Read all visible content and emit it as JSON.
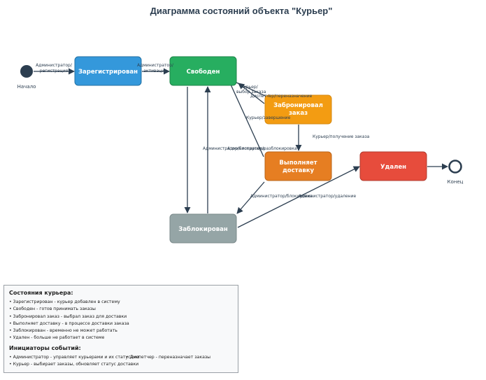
{
  "title": "Диаграмма состояний объекта \"Курьер\"",
  "states": {
    "registered": "Зарегистрирован",
    "free": "Свободен",
    "booked_line1": "Забронировал",
    "booked_line2": "заказ",
    "delivering_line1": "Выполняет",
    "delivering_line2": "доставку",
    "deleted": "Удален",
    "blocked": "Заблокирован"
  },
  "terminals": {
    "start": "Начало",
    "end": "Конец"
  },
  "transitions": {
    "start_reg_1": "Администратор/",
    "start_reg_2": "регистрация",
    "reg_free_1": "Администратор/",
    "reg_free_2": "активация",
    "free_booked_1": "Курьер/",
    "free_booked_2": "выбор заказа",
    "dispatcher_reassign": "Диспетчер/переназначение",
    "courier_complete": "Курьер/завершение",
    "courier_pickup": "Курьер/получение заказа",
    "admin_block_unblock_1": "Администратор/блокировка",
    "admin_block_unblock_2": "Администратор/разблокировка",
    "delivering_block": "Администратор/блокировка",
    "blocked_delete": "Администратор/удаление"
  },
  "legend": {
    "states_title": "Состояния курьера:",
    "states_items": [
      "• Зарегистрирован - курьер добавлен в систему",
      "• Свободен - готов принимать заказы",
      "• Забронировал заказ - выбрал заказ для доставки",
      "• Выполняет доставку - в процессе доставки заказа",
      "• Заблокирован - временно не может работать",
      "• Удален - больше не работает в системе"
    ],
    "initiators_title": "Инициаторы событий:",
    "initiator_admin": "• Администратор - управляет курьерами и их статусами",
    "initiator_dispatcher": "• Диспетчер - переназначает заказы",
    "initiator_courier": "• Курьер - выбирает заказы, обновляет статус доставки"
  },
  "colors": {
    "registered": "#3498db",
    "free": "#27ae60",
    "booked": "#f39c12",
    "delivering": "#e67e22",
    "deleted": "#e74c3c",
    "blocked": "#95a5a6",
    "arrow": "#2c3e50"
  }
}
